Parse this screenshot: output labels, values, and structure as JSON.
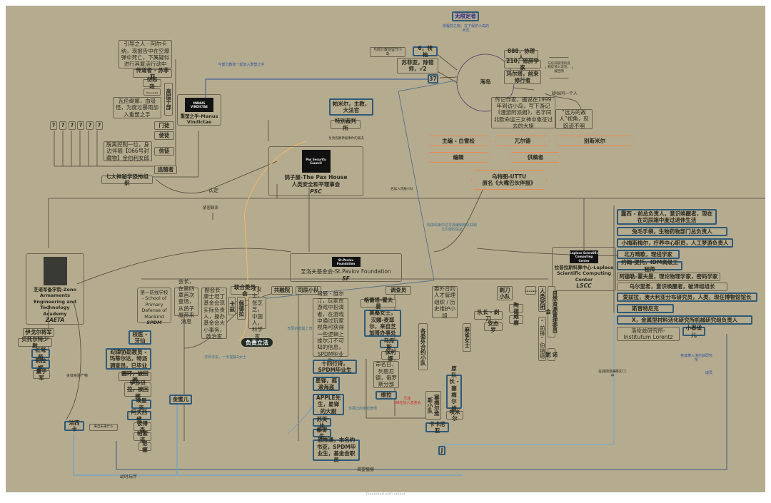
{
  "mindmap": {
    "wuxiandingzhe": "无限定者",
    "wuxian_label": "陨偃前之物，在下保护小岛的术式",
    "island": "海岛",
    "island_left": [
      "6，领袖",
      "苏菲亚，除错师，√2",
      "37"
    ],
    "island_left_note": "与部分教徒留守小岛",
    "island_right": [
      "888，协理人",
      "210，修辞学家",
      "玛尔塔，前来修行者"
    ],
    "island_right_note": "与信仰崩溃的良教徒逃入混沌，被回溯",
    "same_person": "疑似同一个人",
    "biographer": "传记作家，据说在1999年到访小岛，写下游记《漫游阿派朗》，名字同北欧命运三女神中象征过去的大姐",
    "far_friend": "“远方的故人”视角，现踪迹不明",
    "uttu_items": [
      "主编 - 白雪松",
      "兀尔德",
      "别斯米尔",
      "编辑",
      "供稿者"
    ],
    "uttu": "乌特图-UTTU\n原名《大嘴巴伙伴报》",
    "pamir": "帕米尔，主教，大法官",
    "special_court": "特别裁判所",
    "special_court_label": "负责各教神秘事件的裁决",
    "manus_leaders": [
      "引导之人 - 阿尔卡纳，现报告中在空爆弹中死亡，下属疑似进行其复活行动中",
      "传道者 - 苏菲亚",
      "勿忘我",
      "......",
      "瓦伦缇娜，血吸怪，为度过暴雨加入重塑之手"
    ],
    "manus_high": "高层干部",
    "manus_ranks": [
      "门徒",
      "使徒",
      "信徒",
      "追随者"
    ],
    "manus_believer_note": "脱离控制一位，身边伴随【066号封藏物】金伯利女郎",
    "manus": "重塑之手-Manus Vindictae",
    "manus_logo": "MANUS VINDICTAE",
    "manus_link_label": "与部分教徒一起加入重塑之手",
    "question_marks": [
      "?",
      "?",
      "?",
      "?",
      "?",
      "?"
    ],
    "seven": "七大神秘学恐怖组织",
    "rending": "认定",
    "close_contact": "紧密联系",
    "pax": "鸽子屋-The Pax House",
    "pax_sub": "人类安全和平理事会",
    "pax_abbr": "PSC",
    "pax_logo": "Pax Security Council",
    "sf": "圣洛夫基金会-St.Pavlov Foundation",
    "sf_abbr": "SF",
    "sf_logo": "St.Pavlov Foundation",
    "later_join": "后加入司辰小队",
    "reason_label": "现由玛蒂尔达寻找编辑部以获取兀尔德的信息",
    "laplace": "拉普拉斯科算中心-Laplace Scientific Computing Center",
    "laplace_abbr": "LSCC",
    "laplace_logo": "Laplace Scientific Computing Center",
    "laplace_members": [
      "露西 - 前总负责人，意识唤醒者，现在在司辰箱中度过退休生活",
      "兔毛手袋，生物药物部门总负责人",
      "小梅斯梅尔，疗养中心职员，人工梦游负责人",
      "北方晴歌，理线学家",
      "约翰-提托，IDM高级工程师",
      "阿德勒-霍夫曼，理论物理学家，密码学家",
      "乌尔里希，意识唤醒者，破译组组长",
      "爱兹拉，澳大利亚分布研究员，人类，现任博物馆馆长",
      "斯普特尼克",
      "X，金属型材料活化研究所机械研究组负责人"
    ],
    "lorentz": "洛伦兹研究所-Institutum Lorentz",
    "xiaochunque": "小春雀儿",
    "lorentz_note": "将其带入洛伦兹研究所",
    "member": "成员",
    "zeta": "芝诺军备学院-Zeno Armaments Engineering and Technology Academy",
    "zeta_abbr": "ZAETA",
    "zeta_members": [
      "伊戈尔将军",
      "贝托尔特少尉",
      "红弩箭",
      "莉拉妮",
      "量子军"
    ],
    "clone_label": "失体实验产物",
    "jessica": "洁西卡",
    "jessica_note": "来自未来什么",
    "childhood": "幼时玩伴",
    "yearning": "渴望憧憬",
    "spdm": "第一防线学校 - School of Primary Defense of Mankind",
    "spdm_abbr": "SPDM",
    "spdm_members": [
      "校医 - 牙仙",
      "纪律协助教员 - 玛蒂尔达，特派调查员，已毕业",
      "圆环，被回溯",
      "伊莎贝拉，被回溯",
      "埃里克",
      "阿夫西维",
      "彼得森",
      "帕索诺",
      "尼娜"
    ],
    "jinmier": "金蜜儿",
    "president": "会长，在第四章首次登场，从鸽子屋带来消息",
    "vice": "副会长 - 康士坦丁基金会现实际负责人，操办基金会大小事务，政治家",
    "committee": "联合委员会",
    "committee_members": [
      "卡兹",
      "佩德拉",
      "Z女士，张芝芝，中国人，科学家"
    ],
    "legislate": "负责立法",
    "friend_label": "亦师亦友，一手提拔Z女士",
    "gongrong": "共融院",
    "sichen": "司辰小队",
    "sichen_members": [
      "司辰 - 维尔汀，玩家在游戏中扮演者，在游戏中通过玩家视角可获得一些逻辑上维尔汀不可知的信息，SPDM毕业生",
      "十四行诗，SPDM毕业生",
      "星锑，摇滚海盗",
      "APPLE先生，星锑的大副",
      "苏芙比",
      "槲寄生",
      "恐怖通，本名约书亚，SPDM毕业生，基金会职员"
    ],
    "sichen_label": "司辰的直属上司",
    "sufubi_label": "苏芙比的亲密老师",
    "investigator": "调查员",
    "inv_members": [
      "格蕾塔-霍夫曼",
      "莫桑女士，汉娜-麦耶尔，来自芝加哥办事处",
      "马库斯",
      "保利娜",
      "命名日，列恩尼德，俄罗斯分部",
      "维拉"
    ],
    "brother_label": "兄妹\n3维在加入基金会",
    "outsource": "委外合约人才管理组织 / 历史维护小组",
    "outsource_sub": [
      "各委外合约小队",
      "麻雀女士"
    ],
    "sameiersi": "塞梅尔维斯小队",
    "sameiersi_members": [
      "原队长 - 塞梅尔维斯",
      "埃米尔"
    ],
    "kakaniya": "卡卡尼亚",
    "j": "J",
    "j_label": "在其街道兼职打工中",
    "blade": "剃刀小队",
    "blade_members": [
      "队长 - 剃刀",
      "陶德",
      "安杰罗",
      "威廉"
    ],
    "dots": "......",
    "human_party": "人类党团",
    "vanguard": "“前锋”伯纳德",
    "nature": "自然资源管理委员会",
    "nuoni": "诺妮",
    "footer": "Presented with xmind"
  }
}
